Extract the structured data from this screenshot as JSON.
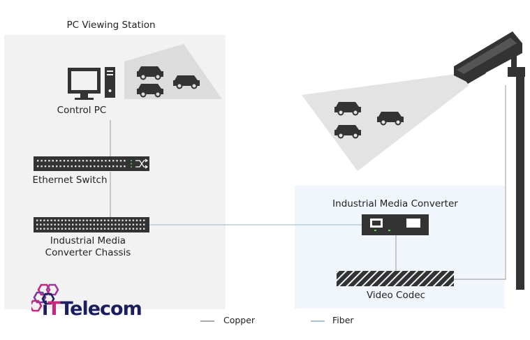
{
  "labels": {
    "pc_station": "PC Viewing Station",
    "control_pc": "Control PC",
    "ethernet_switch": "Ethernet Switch",
    "chassis_line1": "Industrial Media",
    "chassis_line2": "Converter Chassis",
    "media_converter": "Industrial Media Converter",
    "video_codec": "Video Codec"
  },
  "legend": {
    "copper": "Copper",
    "fiber": "Fiber"
  },
  "logo": {
    "prefix": "i",
    "accent": "T",
    "rest": "Telecom"
  },
  "colors": {
    "copper": "#aaaaaa",
    "fiber": "#a9c4d6",
    "device": "#333333",
    "panel_left": "#f2f2f2",
    "panel_right": "#f0f6fb",
    "logo_navy": "#1c1f5e",
    "logo_magenta": "#c7287e"
  }
}
